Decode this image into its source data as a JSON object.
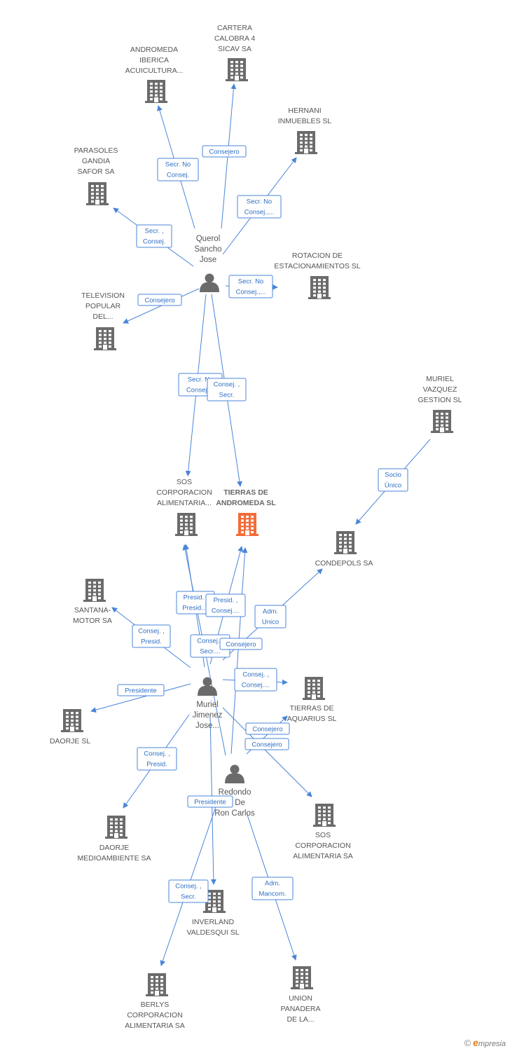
{
  "colors": {
    "edge": "#4a86d8",
    "edge_text": "#2f6fc4",
    "building": "#6b6b6b",
    "focus_building": "#f26b3a",
    "person": "#6b6b6b"
  },
  "nodes": [
    {
      "id": "andromeda_iberica",
      "type": "company",
      "label": [
        "ANDROMEDA",
        "IBERICA",
        "ACUICULTURA..."
      ]
    },
    {
      "id": "cartera",
      "type": "company",
      "label": [
        "CARTERA",
        "CALOBRA 4",
        "SICAV SA"
      ]
    },
    {
      "id": "hernani",
      "type": "company",
      "label": [
        "HERNANI",
        "INMUEBLES SL"
      ]
    },
    {
      "id": "parasoles",
      "type": "company",
      "label": [
        "PARASOLES",
        "GANDIA",
        "SAFOR SA"
      ]
    },
    {
      "id": "rotacion",
      "type": "company",
      "label": [
        "ROTACION DE",
        "ESTACIONAMIENTOS SL"
      ]
    },
    {
      "id": "television",
      "type": "company",
      "label": [
        "TELEVISION",
        "POPULAR",
        "DEL..."
      ]
    },
    {
      "id": "querol",
      "type": "person",
      "label": [
        "Querol",
        "Sancho",
        "Jose"
      ]
    },
    {
      "id": "muriel_vazquez",
      "type": "company",
      "label": [
        "MURIEL",
        "VAZQUEZ",
        "GESTION  SL"
      ]
    },
    {
      "id": "sos_alimentaria_top",
      "type": "company",
      "label": [
        "SOS",
        "CORPORACION",
        "ALIMENTARIA..."
      ]
    },
    {
      "id": "tierras_andromeda",
      "type": "focus",
      "label": [
        "TIERRAS DE",
        "ANDROMEDA SL"
      ]
    },
    {
      "id": "condepols",
      "type": "company",
      "label": [
        "CONDEPOLS SA"
      ]
    },
    {
      "id": "santana",
      "type": "company",
      "label": [
        "SANTANA-",
        "MOTOR SA"
      ]
    },
    {
      "id": "muriel_jimenez",
      "type": "person",
      "label": [
        "Muriel",
        "Jimenez",
        "Jose..."
      ]
    },
    {
      "id": "tierras_aquarius",
      "type": "company",
      "label": [
        "TIERRAS DE",
        "AQUARIUS SL"
      ]
    },
    {
      "id": "daorje",
      "type": "company",
      "label": [
        "DAORJE SL"
      ]
    },
    {
      "id": "redondo",
      "type": "person",
      "label": [
        "Redondo",
        "ez De",
        "Ron Carlos"
      ]
    },
    {
      "id": "daorje_medio",
      "type": "company",
      "label": [
        "DAORJE",
        "MEDIOAMBIENTE SA"
      ]
    },
    {
      "id": "sos_alimentaria_sa",
      "type": "company",
      "label": [
        "SOS",
        "CORPORACION",
        "ALIMENTARIA SA"
      ]
    },
    {
      "id": "inverland",
      "type": "company",
      "label": [
        "INVERLAND",
        "VALDESQUI SL"
      ]
    },
    {
      "id": "berlys",
      "type": "company",
      "label": [
        "BERLYS",
        "CORPORACION",
        "ALIMENTARIA SA"
      ]
    },
    {
      "id": "union_panadera",
      "type": "company",
      "label": [
        "UNION",
        "PANADERA",
        "DE LA..."
      ]
    }
  ],
  "edges": [
    {
      "from": "querol",
      "to": "andromeda_iberica",
      "label": [
        "Secr.  No",
        "Consej."
      ]
    },
    {
      "from": "querol",
      "to": "cartera",
      "label": [
        "Consejero"
      ]
    },
    {
      "from": "querol",
      "to": "hernani",
      "label": [
        "Secr.  No",
        "Consej.,..."
      ]
    },
    {
      "from": "querol",
      "to": "parasoles",
      "label": [
        "Secr. ,",
        "Consej."
      ]
    },
    {
      "from": "querol",
      "to": "rotacion",
      "label": [
        "Secr.  No",
        "Consej.,..."
      ]
    },
    {
      "from": "querol",
      "to": "television",
      "label": [
        "Consejero"
      ]
    },
    {
      "from": "querol",
      "to": "sos_alimentaria_top",
      "label": [
        "Secr.  No",
        "Consej...."
      ]
    },
    {
      "from": "querol",
      "to": "tierras_andromeda",
      "label": [
        "Consej. ,",
        "Secr."
      ]
    },
    {
      "from": "muriel_vazquez",
      "to": "condepols",
      "label": [
        "Socio",
        "Único"
      ]
    },
    {
      "from": "muriel_jimenez",
      "to": "sos_alimentaria_top",
      "label": [
        "Presid. ,",
        "Presid...."
      ]
    },
    {
      "from": "muriel_jimenez",
      "to": "tierras_andromeda",
      "label": [
        "Presid. ,",
        "Consej...."
      ]
    },
    {
      "from": "muriel_jimenez",
      "to": "condepols",
      "label": [
        "Adm.",
        "Unico"
      ]
    },
    {
      "from": "muriel_jimenez",
      "to": "santana",
      "label": [
        "Consej. ,",
        "Presid."
      ]
    },
    {
      "from": "redondo",
      "to": "sos_alimentaria_top",
      "label": [
        "Consej. ,",
        "Secr...."
      ]
    },
    {
      "from": "redondo",
      "to": "tierras_andromeda",
      "label": [
        "Consejero"
      ]
    },
    {
      "from": "muriel_jimenez",
      "to": "tierras_aquarius",
      "label": [
        "Consej. ,",
        "Consej...."
      ]
    },
    {
      "from": "muriel_jimenez",
      "to": "daorje",
      "label": [
        "Presidente"
      ]
    },
    {
      "from": "redondo",
      "to": "tierras_aquarius",
      "label": [
        "Consejero"
      ]
    },
    {
      "from": "muriel_jimenez",
      "to": "sos_alimentaria_sa",
      "label": [
        "Consejero"
      ]
    },
    {
      "from": "muriel_jimenez",
      "to": "daorje_medio",
      "label": [
        "Consej. ,",
        "Presid."
      ]
    },
    {
      "from": "muriel_jimenez",
      "to": "inverland",
      "label": [
        "Presidente"
      ]
    },
    {
      "from": "redondo",
      "to": "berlys",
      "label": [
        "Consej. ,",
        "Secr."
      ]
    },
    {
      "from": "redondo",
      "to": "union_panadera",
      "label": [
        "Adm.",
        "Mancom."
      ]
    }
  ],
  "brand": {
    "copyright": "©",
    "initial": "e",
    "name": "mpresia"
  }
}
